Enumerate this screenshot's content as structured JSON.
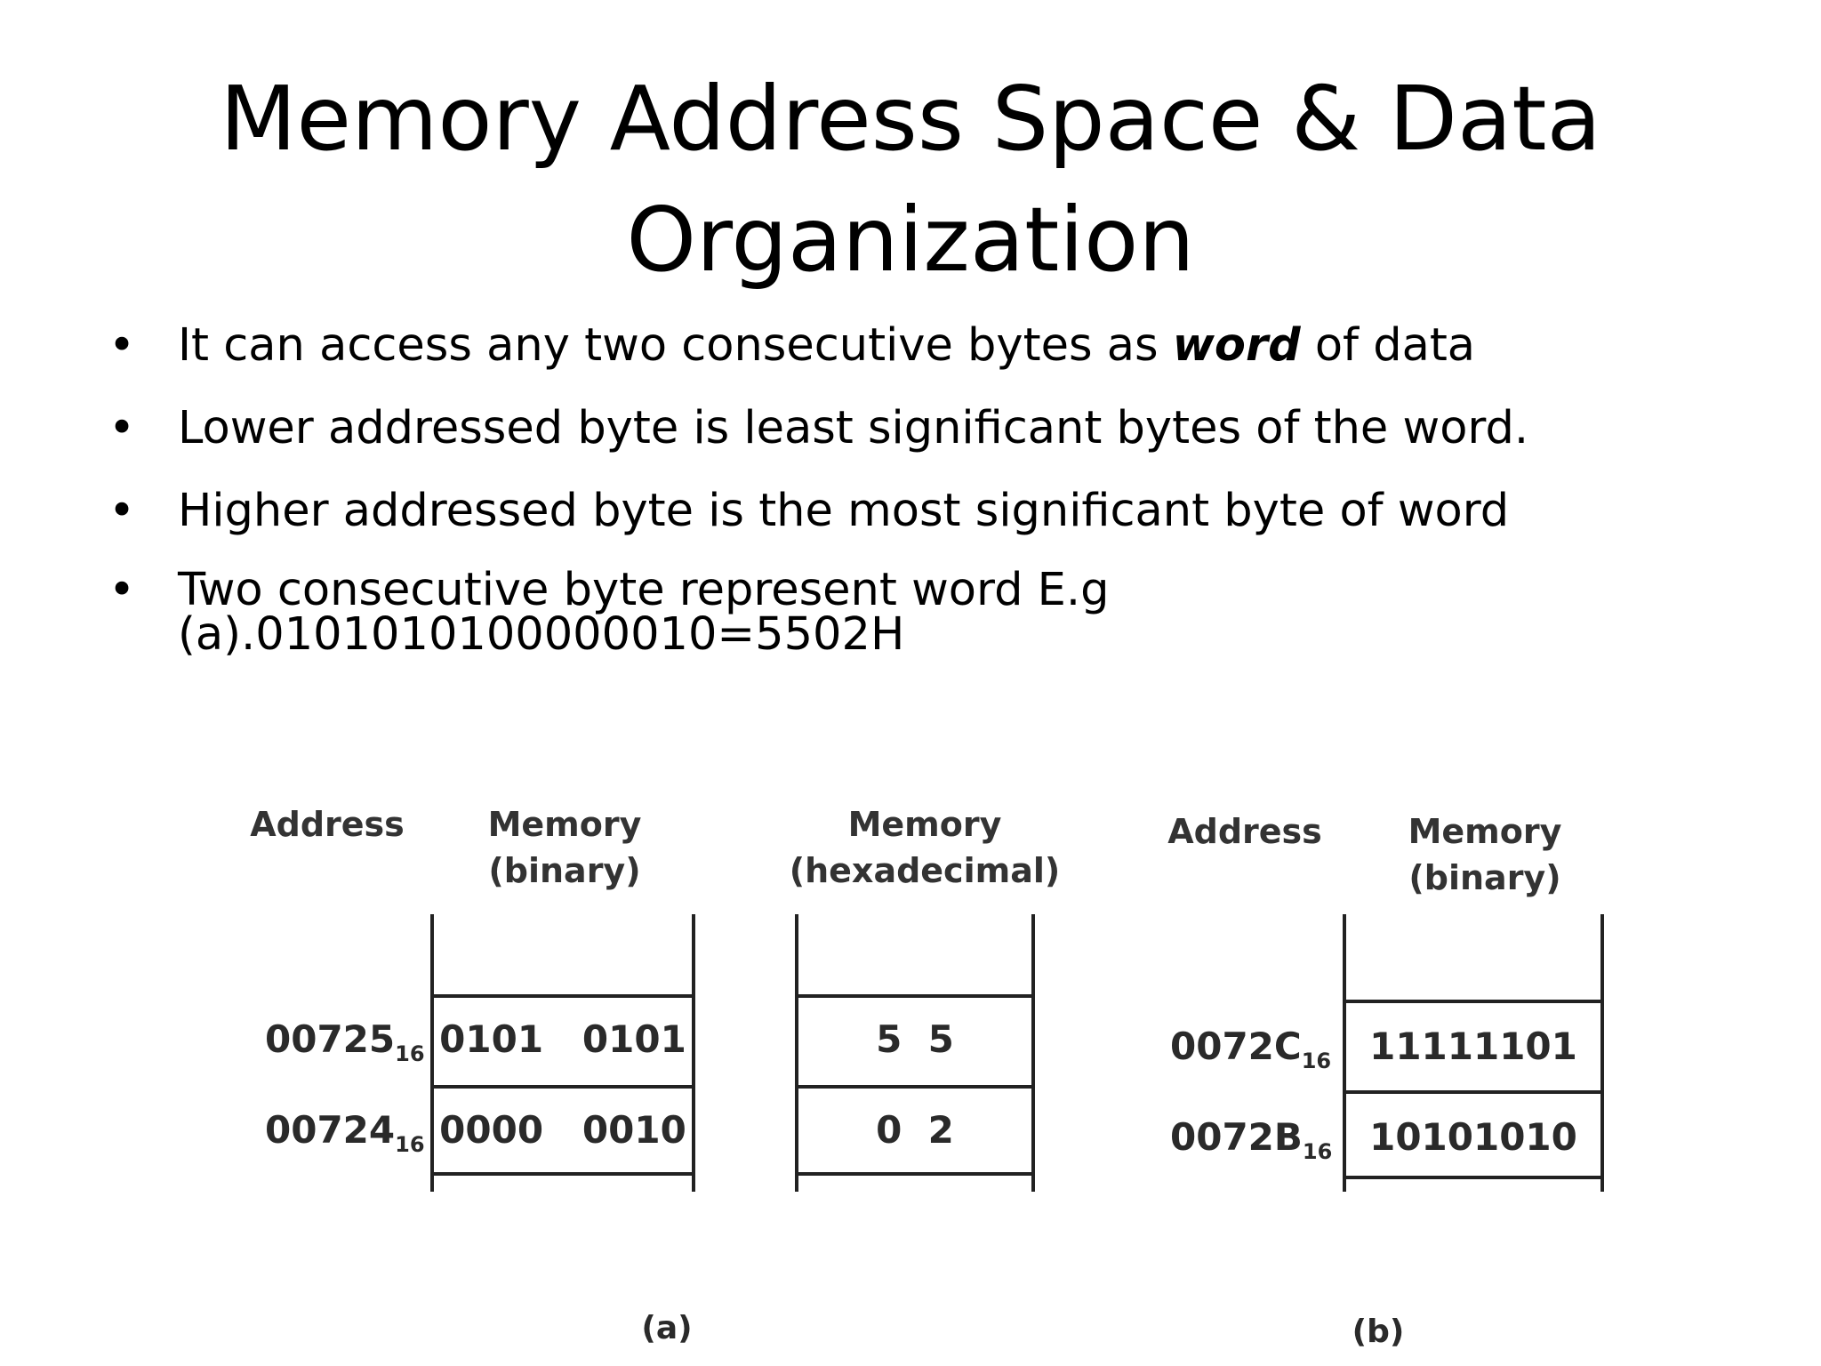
{
  "title": {
    "line1": "Memory Address Space & Data",
    "line2": "Organization"
  },
  "bullets": [
    {
      "marker": "•",
      "before": "It can access any two consecutive bytes as ",
      "emphasis": "word",
      "after": " of data"
    },
    {
      "marker": "•",
      "text": "Lower addressed byte is least significant bytes of the word."
    },
    {
      "marker": "•",
      "text": "Higher addressed byte is the most significant byte of word"
    },
    {
      "marker": "•",
      "line1": "Two consecutive byte represent word E.g",
      "line2": "(a).0101010100000010=5502H"
    }
  ],
  "figure_a": {
    "address_header": "Address",
    "binary_header_1": "Memory",
    "binary_header_2": "(binary)",
    "hex_header_1": "Memory",
    "hex_header_2": "(hexadecimal)",
    "rows": [
      {
        "address": "00725",
        "base": "16",
        "binary": "0101   0101",
        "hex": "5  5"
      },
      {
        "address": "00724",
        "base": "16",
        "binary": "0000   0010",
        "hex": "0  2"
      }
    ],
    "caption": "(a)"
  },
  "figure_b": {
    "address_header": "Address",
    "binary_header_1": "Memory",
    "binary_header_2": "(binary)",
    "rows": [
      {
        "address": "0072C",
        "base": "16",
        "binary": "11111101"
      },
      {
        "address": "0072B",
        "base": "16",
        "binary": "10101010"
      }
    ],
    "caption": "(b)"
  }
}
